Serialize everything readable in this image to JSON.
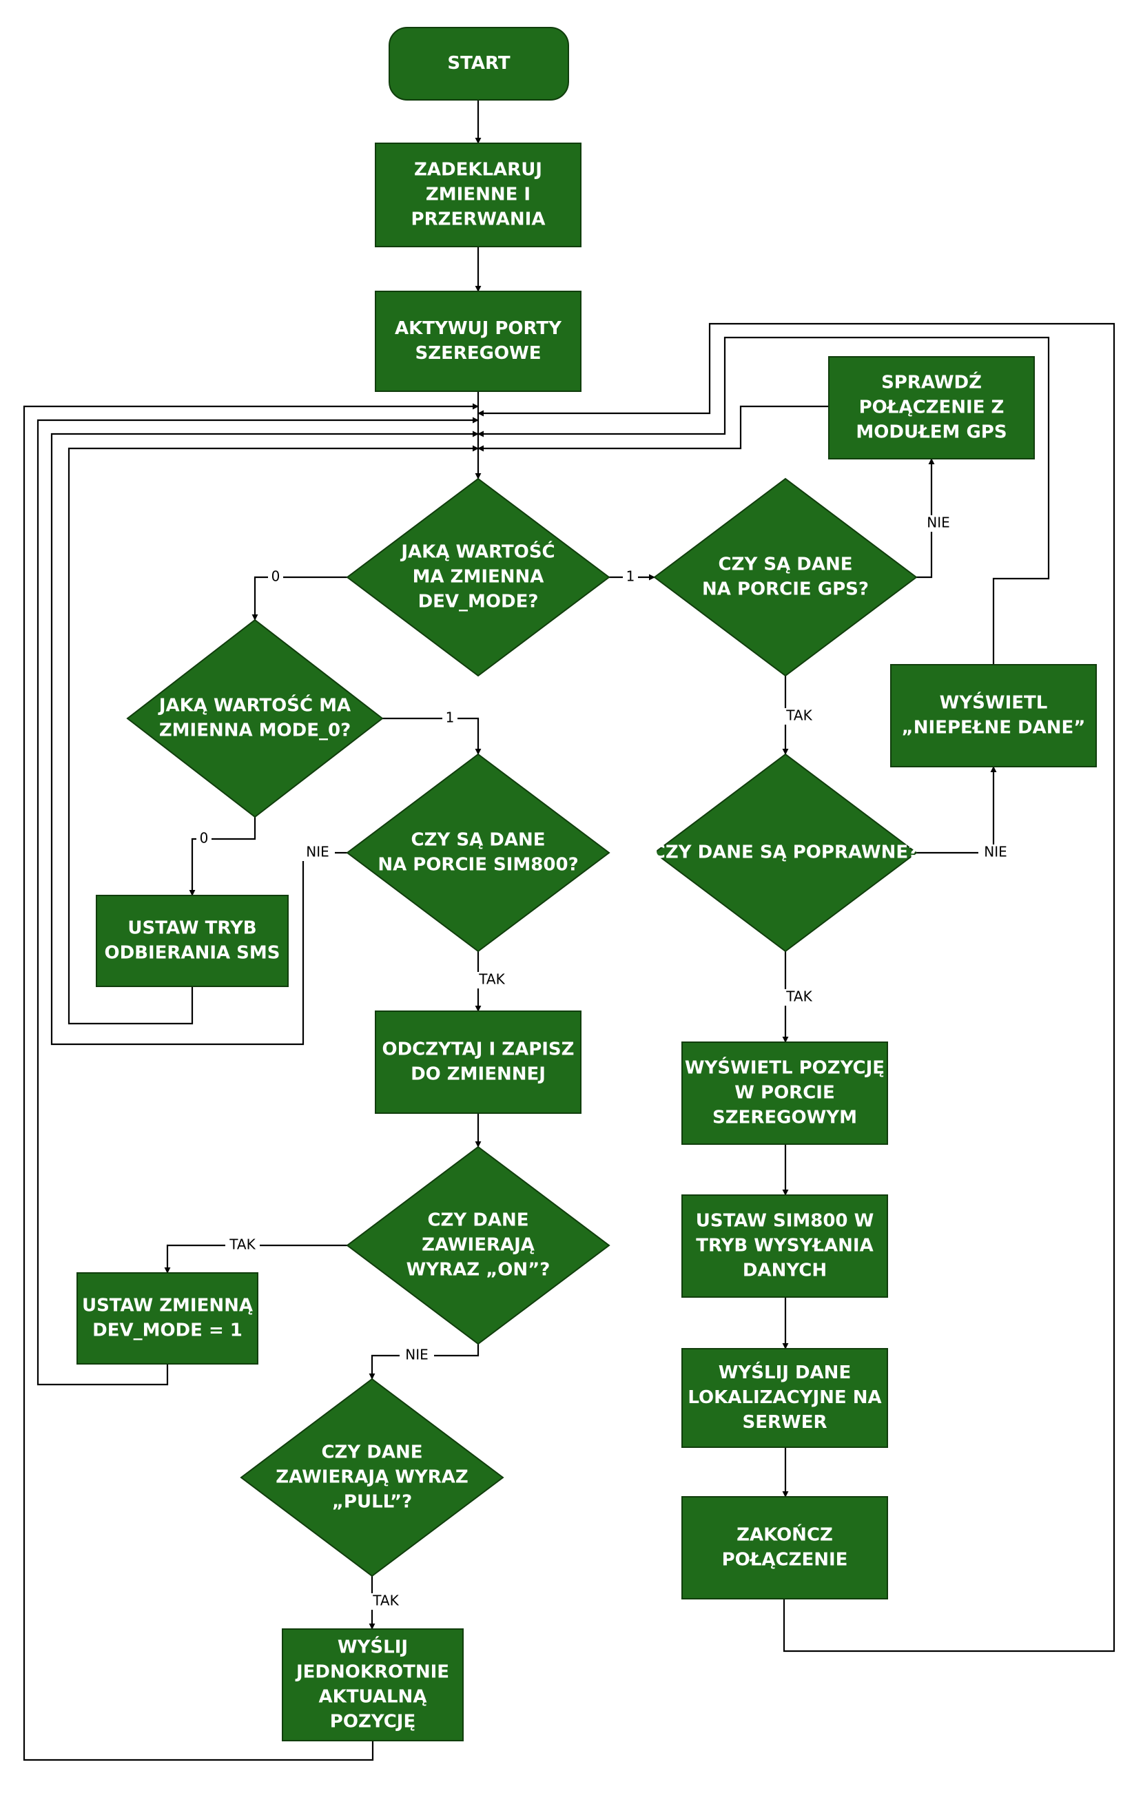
{
  "colors": {
    "node_fill": "#1f6b1a",
    "node_stroke": "#103d0c",
    "node_text": "#ffffff",
    "edge": "#000000"
  },
  "nodes": {
    "start": [
      "START"
    ],
    "declare": [
      "ZADEKLARUJ",
      "ZMIENNE I",
      "PRZERWANIA"
    ],
    "serial": [
      "AKTYWUJ PORTY",
      "SZEREGOWE"
    ],
    "devmode": [
      "JAKĄ WARTOŚĆ",
      "MA ZMIENNA",
      "DEV_MODE?"
    ],
    "mode0": [
      "JAKĄ WARTOŚĆ MA",
      "ZMIENNA MODE_0?"
    ],
    "sms": [
      "USTAW TRYB",
      "ODBIERANIA SMS"
    ],
    "sim800data": [
      "CZY SĄ DANE",
      "NA PORCIE SIM800?"
    ],
    "read": [
      "ODCZYTAJ I ZAPISZ",
      "DO ZMIENNEJ"
    ],
    "on": [
      "CZY DANE",
      "ZAWIERAJĄ",
      "WYRAZ „ON”?"
    ],
    "setdev": [
      "USTAW ZMIENNĄ",
      "DEV_MODE = 1"
    ],
    "pull": [
      "CZY DANE",
      "ZAWIERAJĄ WYRAZ",
      "„PULL”?"
    ],
    "sendonce": [
      "WYŚLIJ",
      "JEDNOKROTNIE",
      "AKTUALNĄ",
      "POZYCJĘ"
    ],
    "gpsdata": [
      "CZY SĄ DANE",
      "NA PORCIE GPS?"
    ],
    "gpscheck": [
      "SPRAWDŹ",
      "POŁĄCZENIE Z",
      "MODUŁEM GPS"
    ],
    "valid": [
      "CZY DANE SĄ POPRAWNE?"
    ],
    "incomplete": [
      "WYŚWIETL",
      "„NIEPEŁNE DANE”"
    ],
    "showpos": [
      "WYŚWIETL POZYCJĘ",
      "W PORCIE",
      "SZEREGOWYM"
    ],
    "sim800tx": [
      "USTAW SIM800 W",
      "TRYB WYSYŁANIA",
      "DANYCH"
    ],
    "sendloc": [
      "WYŚLIJ DANE",
      "LOKALIZACYJNE NA",
      "SERWER"
    ],
    "endconn": [
      "ZAKOŃCZ",
      "POŁĄCZENIE"
    ]
  },
  "edge_labels": {
    "devmode_0": "0",
    "devmode_1": "1",
    "mode0_1": "1",
    "mode0_0": "0",
    "sim800_no": "NIE",
    "sim800_yes": "TAK",
    "on_yes": "TAK",
    "on_no": "NIE",
    "pull_yes": "TAK",
    "gps_no": "NIE",
    "gps_yes": "TAK",
    "valid_no": "NIE",
    "valid_yes": "TAK"
  }
}
